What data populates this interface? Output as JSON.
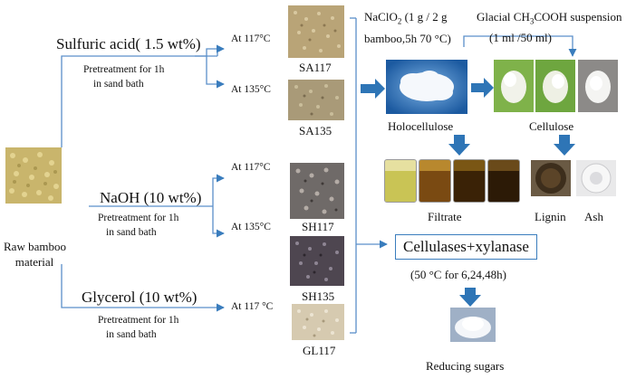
{
  "raw": {
    "line1": "Raw bamboo",
    "line2": "material"
  },
  "branches": [
    {
      "reagent": "Sulfuric acid( 1.5  wt%)",
      "pre1": "Pretreatment for 1h",
      "pre2": "in sand bath",
      "temps": [
        "At 117°C",
        "At 135°C"
      ],
      "samples": [
        "SA117",
        "SA135"
      ]
    },
    {
      "reagent": "NaOH (10  wt%)",
      "pre1": "Pretreatment for 1h",
      "pre2": "in sand bath",
      "temps": [
        "At 117°C",
        "At 135°C"
      ],
      "samples": [
        "SH117",
        "SH135"
      ]
    },
    {
      "reagent": "Glycerol  (10  wt%)",
      "pre1": "Pretreatment  for 1h",
      "pre2": "in sand bath",
      "temps": [
        "At 117 °C"
      ],
      "samples": [
        "GL117"
      ]
    }
  ],
  "chlorite": {
    "line1_pre": "NaClO",
    "line1_sub": "2",
    "line1_post": " (1 g / 2 g",
    "line2": "bamboo,5h 70 °C)"
  },
  "acetic": {
    "line1_pre": "Glacial CH",
    "line1_sub": "3",
    "line1_post": "COOH suspension",
    "line2": "(1 ml /50 ml)"
  },
  "products": {
    "holocellulose": "Holocellulose",
    "cellulose": "Cellulose",
    "filtrate": "Filtrate",
    "lignin": "Lignin",
    "ash": "Ash"
  },
  "enzyme": {
    "box": "Cellulases+xylanase",
    "cond": "(50 °C for 6,24,48h)"
  },
  "final": "Reducing sugars",
  "colors": {
    "arrow": "#3a7dbd",
    "line": "#4f81bd",
    "bigArrow": "#2e75b6"
  },
  "icons": [
    "arrow-right-icon",
    "arrow-down-icon"
  ]
}
